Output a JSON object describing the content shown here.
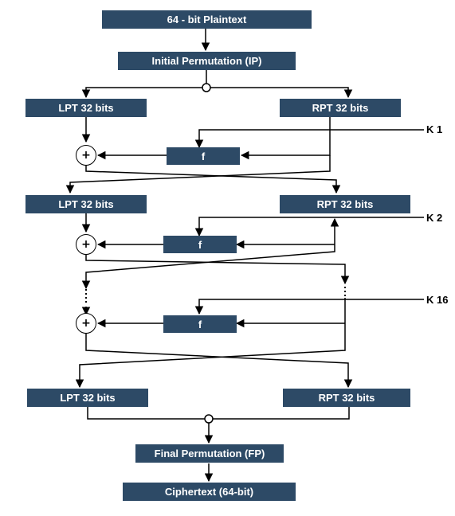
{
  "boxes": {
    "plaintext": "64 - bit Plaintext",
    "initial_permutation": "Initial Permutation (IP)",
    "lpt1": "LPT 32 bits",
    "rpt1": "RPT 32 bits",
    "f1": "f",
    "lpt2": "LPT 32 bits",
    "rpt2": "RPT 32 bits",
    "f2": "f",
    "f16": "f",
    "lpt_final": "LPT 32 bits",
    "rpt_final": "RPT 32 bits",
    "final_permutation": "Final Permutation (FP)",
    "ciphertext": "Ciphertext (64-bit)"
  },
  "keys": {
    "k1": "K 1",
    "k2": "K 2",
    "k16": "K 16"
  },
  "xor_symbol": "+",
  "colors": {
    "box_fill": "#2d4a66",
    "box_text": "#ffffff",
    "line": "#000000"
  }
}
